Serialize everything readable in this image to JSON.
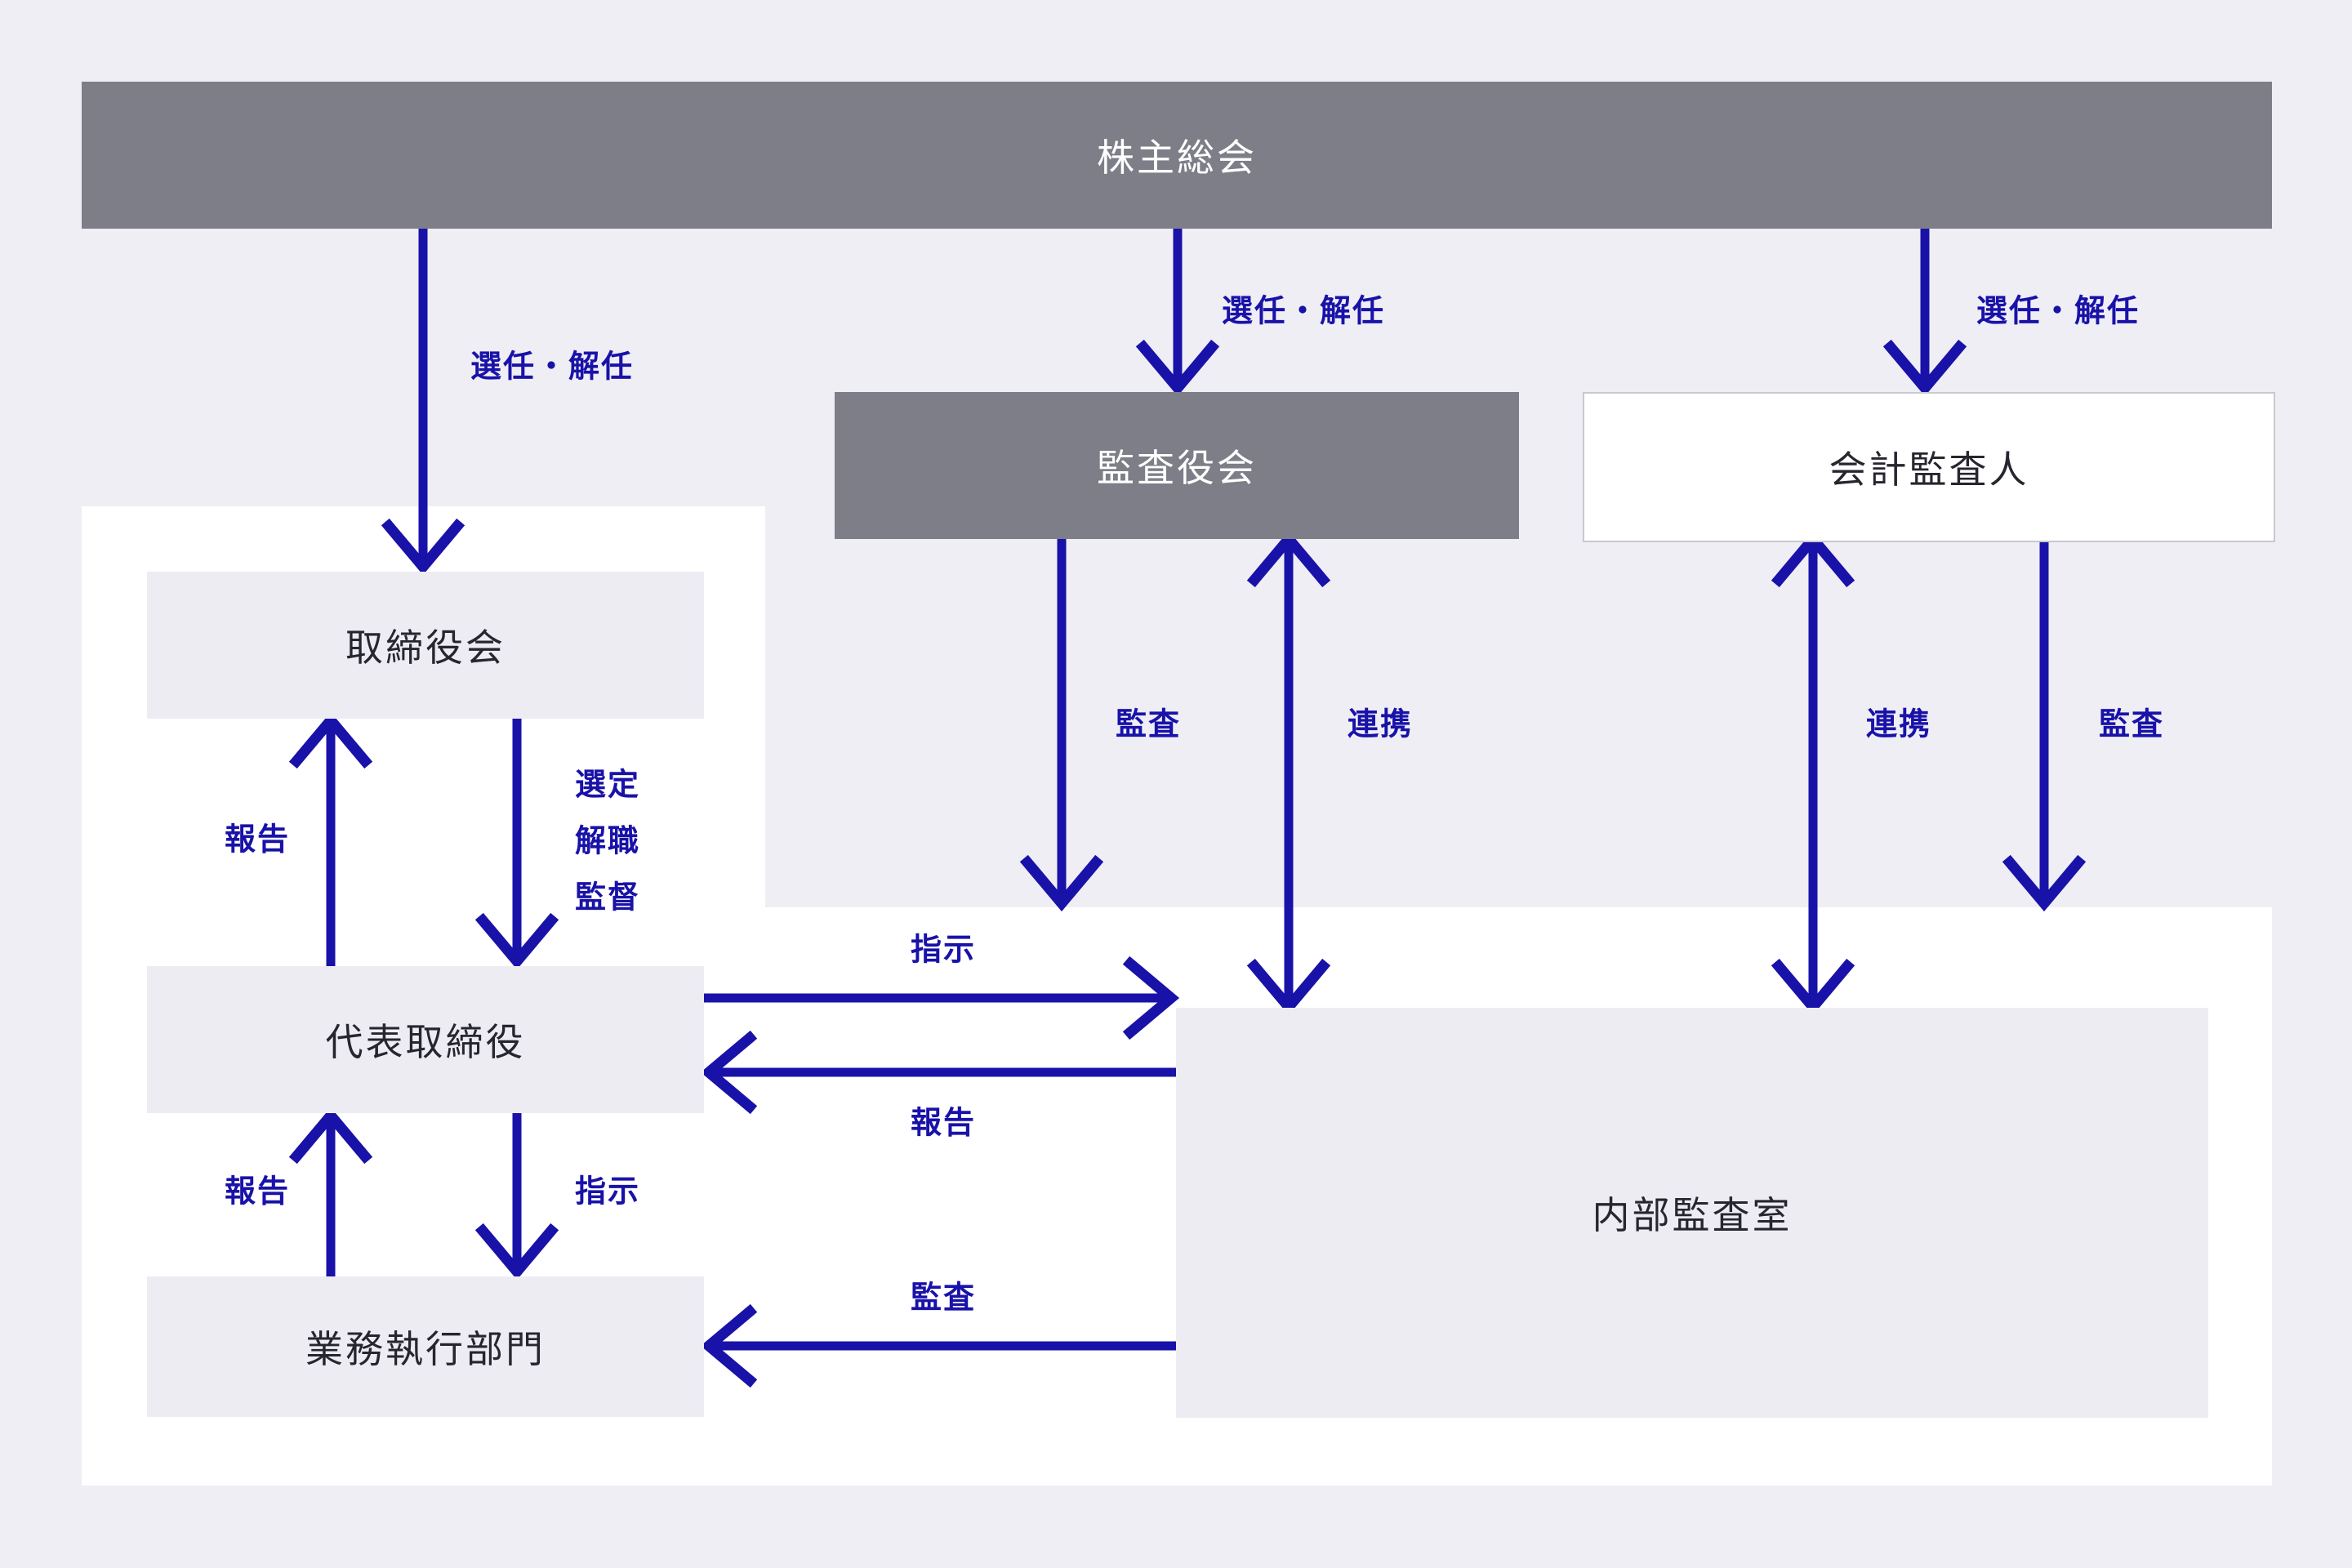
{
  "colors": {
    "background": "#efeef5",
    "panel_white": "#ffffff",
    "node_gray": "#7e7e88",
    "node_light": "#edecf3",
    "node_border": "#c8c8cf",
    "arrow_blue": "#1912a8",
    "text_dark": "#26262e",
    "text_white": "#ffffff"
  },
  "nodes": {
    "shareholders_meeting": "株主総会",
    "audit_board": "監査役会",
    "accounting_auditor": "会計監査人",
    "board_of_directors": "取締役会",
    "representative_director": "代表取締役",
    "executive_division": "業務執行部門",
    "internal_audit_office": "内部監査室"
  },
  "edge_labels": {
    "appoint_dismiss_left": "選任・解任",
    "appoint_dismiss_center": "選任・解任",
    "appoint_dismiss_right": "選任・解任",
    "report_to_board": "報告",
    "select_dismiss_supervise": "選定\n解職\n監督",
    "report_to_representative": "報告",
    "instruct_executive": "指示",
    "instruct_internal_audit": "指示",
    "report_from_internal_audit": "報告",
    "audit_executive": "監査",
    "audit_by_audit_board": "監査",
    "cooperate_audit_board": "連携",
    "cooperate_accounting_auditor": "連携",
    "audit_by_accounting_auditor": "監査"
  }
}
